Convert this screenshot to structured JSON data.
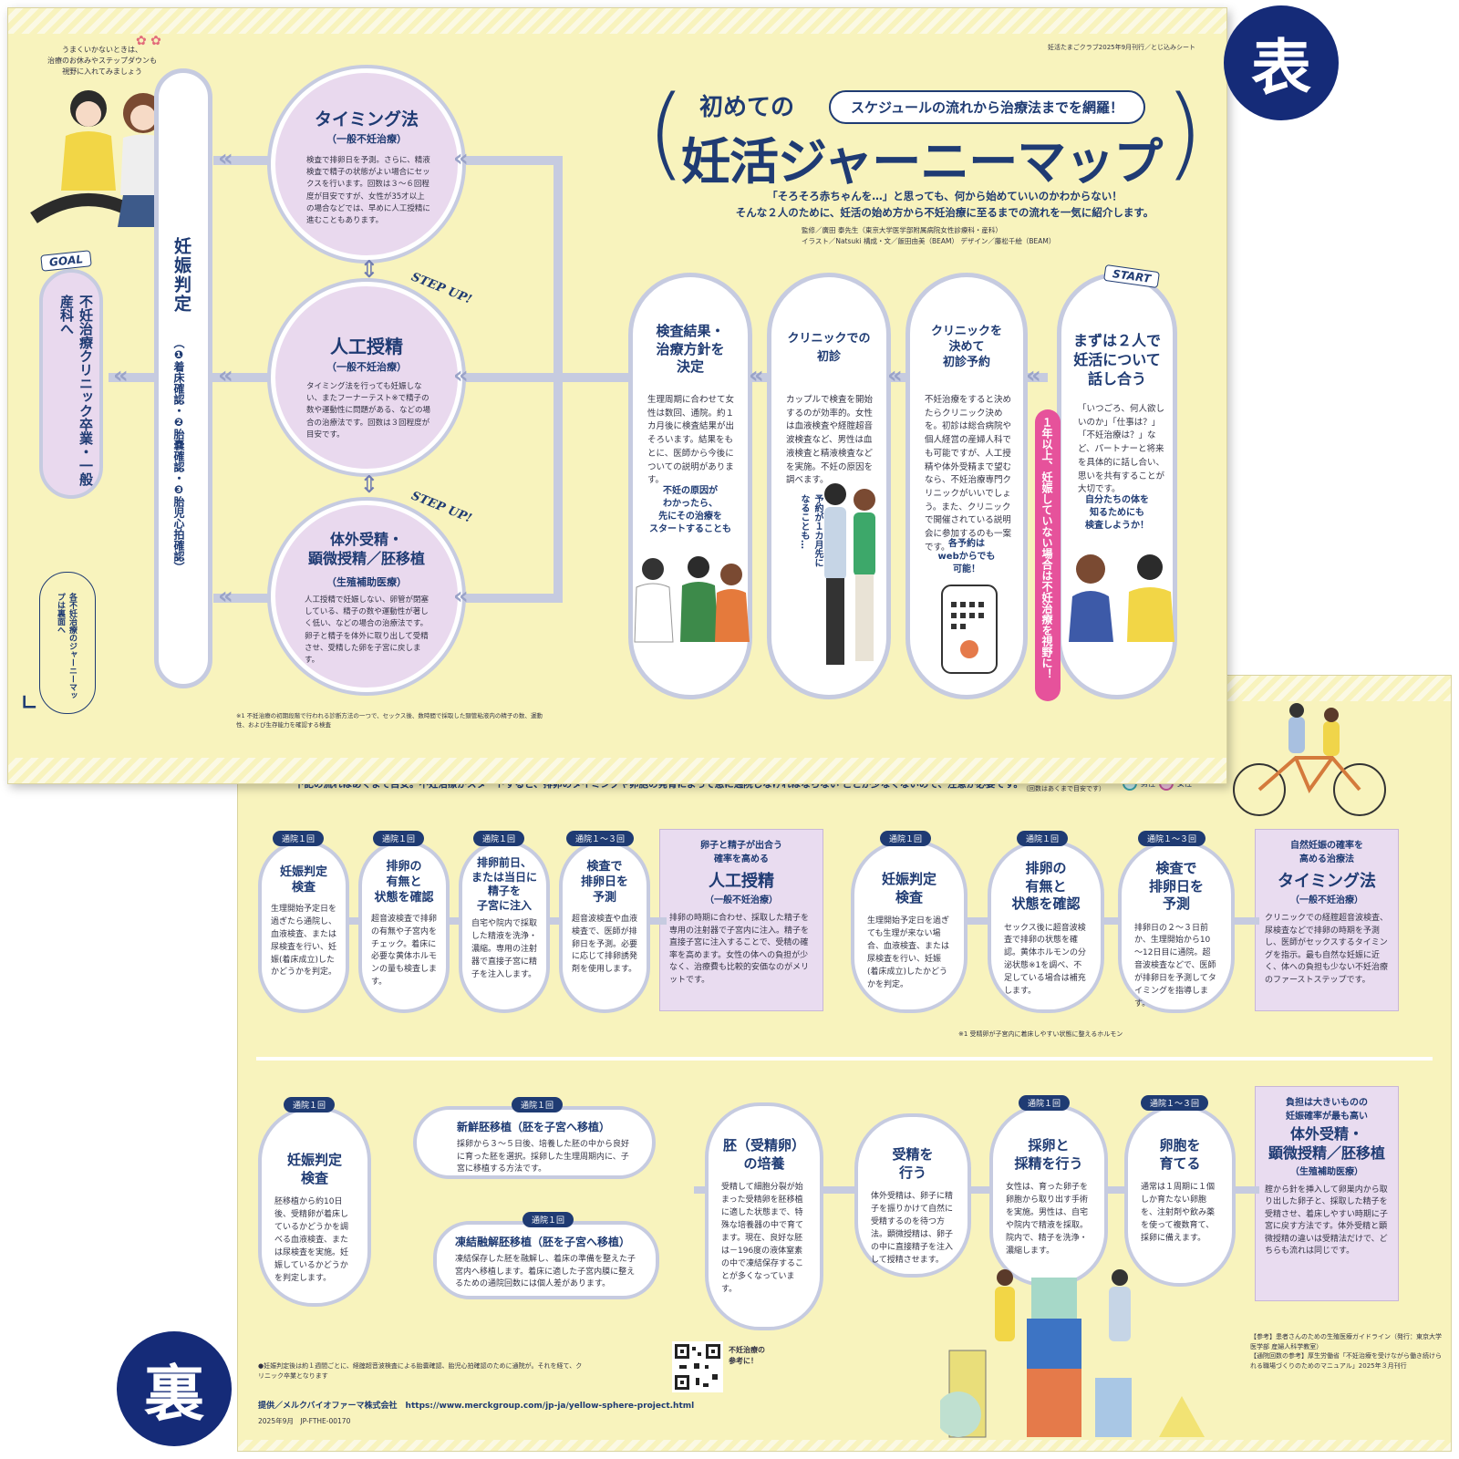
{
  "badges": {
    "front": "表",
    "back": "裏"
  },
  "front": {
    "header_right": "妊活たまごクラブ2025年9月刊行／とじ込みシート",
    "corner_note": "うまくいかないときは、\n治療のお休みやステップダウンも\n視野に入れてみましょう",
    "subtitle": "スケジュールの流れから治療法までを網羅！",
    "title_small": "初めての",
    "title_main": "妊活ジャーニーマップ",
    "lead1": "「そろそろ赤ちゃんを…」と思っても、何から始めていいのかわからない！",
    "lead2": "そんな２人のために、妊活の始め方から不妊治療に至るまでの流れを一気に紹介します。",
    "credit1": "監修／廣田 泰先生（東京大学医学部附属病院女性診療科・産科）",
    "credit2": "イラスト／Natsuki 構成・文／飯田由美（BEAM） デザイン／藤松千絵（BEAM）",
    "start": "START",
    "goal": "GOAL",
    "step_up": "STEP UP!",
    "steps": [
      {
        "title": "まずは２人で\n妊活について\n話し合う",
        "body": "「いつごろ、何人欲しいのか」「仕事は？」「不妊治療は？」など、パートナーと将来を具体的に話し合い、思いを共有することが大切です。",
        "note": "自分たちの体を\n知るためにも\n検査しようか！"
      },
      {
        "title": "クリニックを\n決めて\n初診予約",
        "body": "不妊治療をすると決めたらクリニック決めを。初診は総合病院や個人経営の産婦人科でも可能ですが、人工授精や体外受精まで望むなら、不妊治療専門クリニックがいいでしょう。また、クリニックで開催されている説明会に参加するのも一案です。",
        "note": "各予約は\nwebからでも\n可能！"
      },
      {
        "title": "クリニックでの\n初診",
        "body": "カップルで検査を開始するのが効率的。女性は血液検査や経腟超音波検査など、男性は血液検査と精液検査などを実施。不妊の原因を調べます。",
        "note": "予約が１カ月先に\nなることも…"
      },
      {
        "title": "検査結果・\n治療方針を\n決定",
        "body": "生理周期に合わせて女性は数回、通院。約１カ月後に検査結果が出そろいます。結果をもとに、医師から今後についての説明があります。",
        "note": "不妊の原因が\nわかったら、\n先にその治療を\nスタートすることも"
      }
    ],
    "pink_vertical": "１年以上、妊娠していない場合は不妊治療を視野に！",
    "treatments": [
      {
        "title": "タイミング法",
        "sub": "（一般不妊治療）",
        "body": "検査で排卵日を予測。さらに、精液検査で精子の状態がよい場合にセックスを行います。回数は３～６回程度が目安ですが、女性が35才以上の場合などでは、早めに人工授精に進むこともあります。"
      },
      {
        "title": "人工授精",
        "sub": "（一般不妊治療）",
        "body": "タイミング法を行っても妊娠しない、またフーナーテスト※で精子の数や運動性に問題がある、などの場合の治療法です。回数は３回程度が目安です。"
      },
      {
        "title": "体外受精・\n顕微授精／胚移植",
        "sub": "（生殖補助医療）",
        "body": "人工授精で妊娠しない、卵管が閉塞している、精子の数や運動性が著しく低い、などの場合の治療法です。卵子と精子を体外に取り出して受精させ、受精した卵を子宮に戻します。"
      }
    ],
    "pregnancy": {
      "title": "妊娠判定",
      "items": "（❶着床確認・❷胎嚢確認・❸胎児心拍確認）"
    },
    "goal_text": "不妊治療クリニック卒業・一般産科へ",
    "back_note": "各不妊治療のジャーニーマップは裏面へ",
    "footnote": "※1 不妊治療の初期段階で行われる診断方法の一つで、セックス後、数時間で採取した頸管粘液内の精子の数、運動性、および生存能力を確認する検査"
  },
  "back": {
    "intro": "下記の流れはあくまで目安。不妊治療がスタートすると、排卵のタイミングや卵胞の発育によって急に通院しなければならない ことが少なくないので、注意が必要です。",
    "legend_note": "※通院はアイコンで示しています。（回数はあくまで目安です）",
    "legend_male": "男性",
    "legend_female": "女性",
    "timing": {
      "lead": "自然妊娠の確率を\n高める治療法",
      "title": "タイミング法",
      "sub": "（一般不妊治療）",
      "body": "クリニックでの経腟超音波検査、尿検査などで排卵の時期を予測し、医師がセックスするタイミングを指示。最も自然な妊娠に近く、体への負担も少ない不妊治療のファーストステップです。",
      "steps": [
        {
          "tag": "通院１～３回",
          "title": "検査で\n排卵日を\n予測",
          "body": "排卵日の２～３日前か、生理開始から10～12日目に通院。超音波検査などで、医師が排卵日を予測してタイミングを指導します。"
        },
        {
          "tag": "通院１回",
          "title": "排卵の\n有無と\n状態を確認",
          "body": "セックス後に超音波検査で排卵の状態を確認。黄体ホルモンの分泌状態※1を調べ、不足している場合は補充します。"
        },
        {
          "tag": "通院１回",
          "title": "妊娠判定\n検査",
          "body": "生理開始予定日を過ぎても生理が来ない場合、血液検査、または尿検査を行い、妊娠(着床成立)したかどうかを判定。"
        }
      ]
    },
    "iui": {
      "lead": "卵子と精子が出合う\n確率を高める",
      "title": "人工授精",
      "sub": "（一般不妊治療）",
      "body": "排卵の時期に合わせ、採取した精子を専用の注射器で子宮内に注入。精子を直接子宮に注入することで、受精の確率を高めます。女性の体への負担が少なく、治療費も比較的安価なのがメリットです。",
      "steps": [
        {
          "tag": "通院１～３回",
          "title": "検査で\n排卵日を\n予測",
          "body": "超音波検査や血液検査で、医師が排卵日を予測。必要に応じて排卵誘発剤を使用します。"
        },
        {
          "tag": "通院１回",
          "title": "排卵前日、\nまたは当日に\n精子を\n子宮に注入",
          "body": "自宅や院内で採取した精液を洗浄・濃縮。専用の注射器で直接子宮に精子を注入します。"
        },
        {
          "tag": "通院１回",
          "title": "排卵の\n有無と\n状態を確認",
          "body": "超音波検査で排卵の有無や子宮内をチェック。着床に必要な黄体ホルモンの量も検査します。"
        },
        {
          "tag": "通院１回",
          "title": "妊娠判定\n検査",
          "body": "生理開始予定日を過ぎたら通院し、血液検査、または尿検査を行い、妊娠(着床成立)したかどうかを判定。"
        }
      ]
    },
    "ivf": {
      "lead": "負担は大きいものの\n妊娠確率が最も高い",
      "title": "体外受精・\n顕微授精／胚移植",
      "sub": "（生殖補助医療）",
      "body": "腟から針を挿入して卵巣内から取り出した卵子と、採取した精子を受精させ、着床しやすい時期に子宮に戻す方法です。体外受精と顕微授精の違いは受精法だけで、どちらも流れは同じです。",
      "steps": [
        {
          "tag": "通院１～３回",
          "title": "卵胞を\n育てる",
          "body": "通常は１周期に１個しか育たない卵胞を、注射剤や飲み薬を使って複数育て、採卵に備えます。"
        },
        {
          "tag": "通院１回",
          "title": "採卵と\n採精を行う",
          "body": "女性は、育った卵子を卵胞から取り出す手術を実施。男性は、自宅や院内で精液を採取。院内で、精子を洗浄・濃縮します。"
        },
        {
          "tag": "",
          "title": "受精を\n行う",
          "body": "体外受精は、卵子に精子を振りかけて自然に受精するのを待つ方法。顕微授精は、卵子の中に直接精子を注入して授精させます。"
        },
        {
          "tag": "",
          "title": "胚（受精卵）\nの培養",
          "body": "受精して細胞分裂が始まった受精卵を胚移植に適した状態まで、特殊な培養器の中で育てます。現在、良好な胚は－196度の液体窒素の中で凍結保存することが多くなっています。"
        },
        {
          "tag": "通院１回",
          "title": "新鮮胚移植（胚を子宮へ移植）",
          "body": "採卵から３～５日後、培養した胚の中から良好に育った胚を選択。採卵した生理周期内に、子宮に移植する方法です。"
        },
        {
          "tag": "通院１回",
          "title": "凍結融解胚移植（胚を子宮へ移植）",
          "body": "凍結保存した胚を融解し、着床の準備を整えた子宮内へ移植します。着床に適した子宮内膜に整えるための通院回数には個人差があります。"
        },
        {
          "tag": "通院１回",
          "title": "妊娠判定\n検査",
          "body": "胚移植から約10日後、受精卵が着床しているかどうかを調べる血液検査、または尿検査を実施。妊娠しているかどうかを判定します。"
        }
      ]
    },
    "footnote1": "※1 受精卵が子宮内に着床しやすい状態に整えるホルモン",
    "footnote2": "●妊娠判定後は約１週間ごとに、経腟超音波検査による胎嚢確認、胎児心拍確認のために通院が。それを経て、クリニック卒業となります",
    "provider": "提供／メルクバイオファーマ株式会社　https://www.merckgroup.com/jp-ja/yellow-sphere-project.html",
    "code": "2025年9月　JP-FTHE-00170",
    "qr_caption": "不妊治療の\n参考に！",
    "refs": "【参考】患者さんのための生殖医療ガイドライン（発行：東京大学医学部 産婦人科学教室）\n【通院回数の参考】厚生労働省「不妊治療を受けながら働き続けられる職場づくりのためのマニュアル」2025年３月刊行"
  }
}
